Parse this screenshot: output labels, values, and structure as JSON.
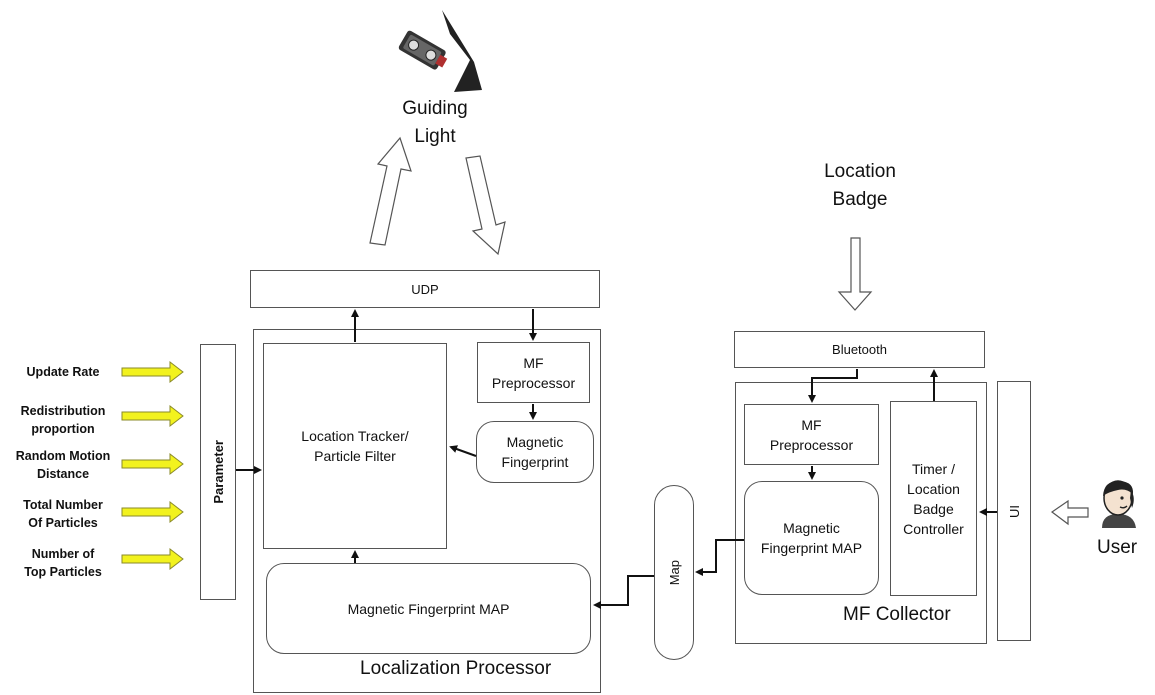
{
  "guiding_light": {
    "label_line1": "Guiding",
    "label_line2": "Light"
  },
  "location_badge": {
    "label_line1": "Location",
    "label_line2": "Badge"
  },
  "localization_processor": {
    "title": "Localization Processor",
    "udp": "UDP",
    "parameter": "Parameter",
    "location_tracker_line1": "Location Tracker/",
    "location_tracker_line2": "Particle Filter",
    "mf_preprocessor_line1": "MF",
    "mf_preprocessor_line2": "Preprocessor",
    "magnetic_fingerprint_line1": "Magnetic",
    "magnetic_fingerprint_line2": "Fingerprint",
    "mf_map": "Magnetic Fingerprint MAP"
  },
  "parameters": [
    {
      "line1": "Update Rate",
      "line2": ""
    },
    {
      "line1": "Redistribution",
      "line2": "proportion"
    },
    {
      "line1": "Random Motion",
      "line2": "Distance"
    },
    {
      "line1": "Total Number",
      "line2": "Of Particles"
    },
    {
      "line1": "Number of",
      "line2": "Top Particles"
    }
  ],
  "map_connector": "Map",
  "mf_collector": {
    "title": "MF Collector",
    "bluetooth": "Bluetooth",
    "mf_preprocessor_line1": "MF",
    "mf_preprocessor_line2": "Preprocessor",
    "mf_map_line1": "Magnetic",
    "mf_map_line2": "Fingerprint MAP",
    "timer_line1": "Timer /",
    "timer_line2": "Location",
    "timer_line3": "Badge",
    "timer_line4": "Controller",
    "ui": "UI"
  },
  "user": {
    "label": "User"
  },
  "colors": {
    "param_arrow_fill": "#f2f21e",
    "param_arrow_stroke": "#8a8a2a",
    "box_border": "#555555"
  }
}
